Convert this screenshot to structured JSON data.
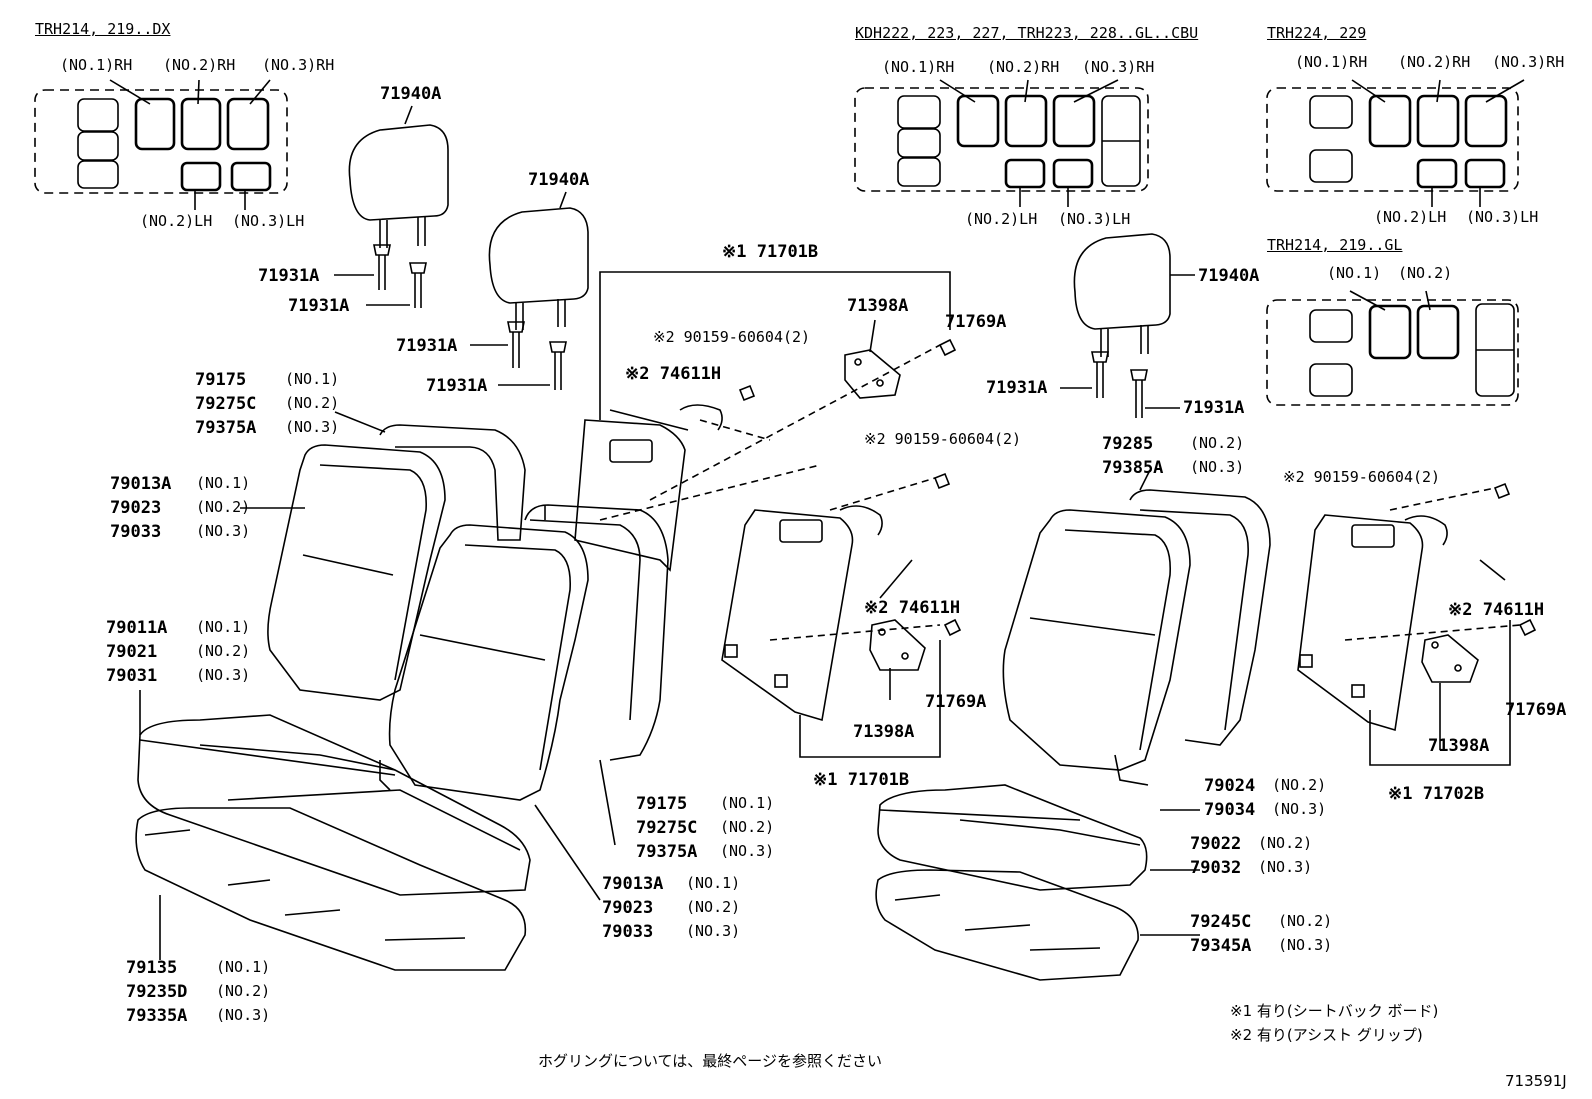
{
  "headers": {
    "dx": "TRH214, 219..DX",
    "cbu": "KDH222, 223, 227, TRH223, 228..GL..CBU",
    "trh224": "TRH224, 229",
    "gl": "TRH214, 219..GL"
  },
  "positions": {
    "no1_rh": "(NO.1)RH",
    "no2_rh": "(NO.2)RH",
    "no3_rh": "(NO.3)RH",
    "no2_lh": "(NO.2)LH",
    "no3_lh": "(NO.3)LH",
    "no1": "(NO.1)",
    "no2": "(NO.2)",
    "no3": "(NO.3)"
  },
  "parts": {
    "headrest": "71940A",
    "headrest_support": "71931A",
    "back_board": "71701B",
    "back_board_2": "71702B",
    "hinge": "71398A",
    "clip": "71769A",
    "screw": "90159-60604(2)",
    "grip": "74611H",
    "back_cover_1": "79175",
    "back_cover_2": "79275C",
    "back_cover_3": "79375A",
    "back_pad_1": "79013A",
    "back_pad_2": "79023",
    "back_pad_3": "79033",
    "back_assy_1": "79011A",
    "back_assy_2": "79021",
    "back_assy_3": "79031",
    "cushion_1": "79135",
    "cushion_2": "79235D",
    "cushion_3": "79335A",
    "rh_back_cover_2": "79285",
    "rh_back_cover_3": "79385A",
    "rh_back_2": "79024",
    "rh_back_3": "79034",
    "rh_cushion_pad_2": "79022",
    "rh_cushion_pad_3": "79032",
    "rh_cushion_2": "79245C",
    "rh_cushion_3": "79345A"
  },
  "marks": {
    "m1": "※1",
    "m2": "※2"
  },
  "notes": {
    "note1": "※1 有り(シートバック ボード)",
    "note2": "※2 有り(アシスト グリップ)",
    "footer": "ホグリングについては、最終ページを参照ください",
    "figure_id": "713591J"
  }
}
